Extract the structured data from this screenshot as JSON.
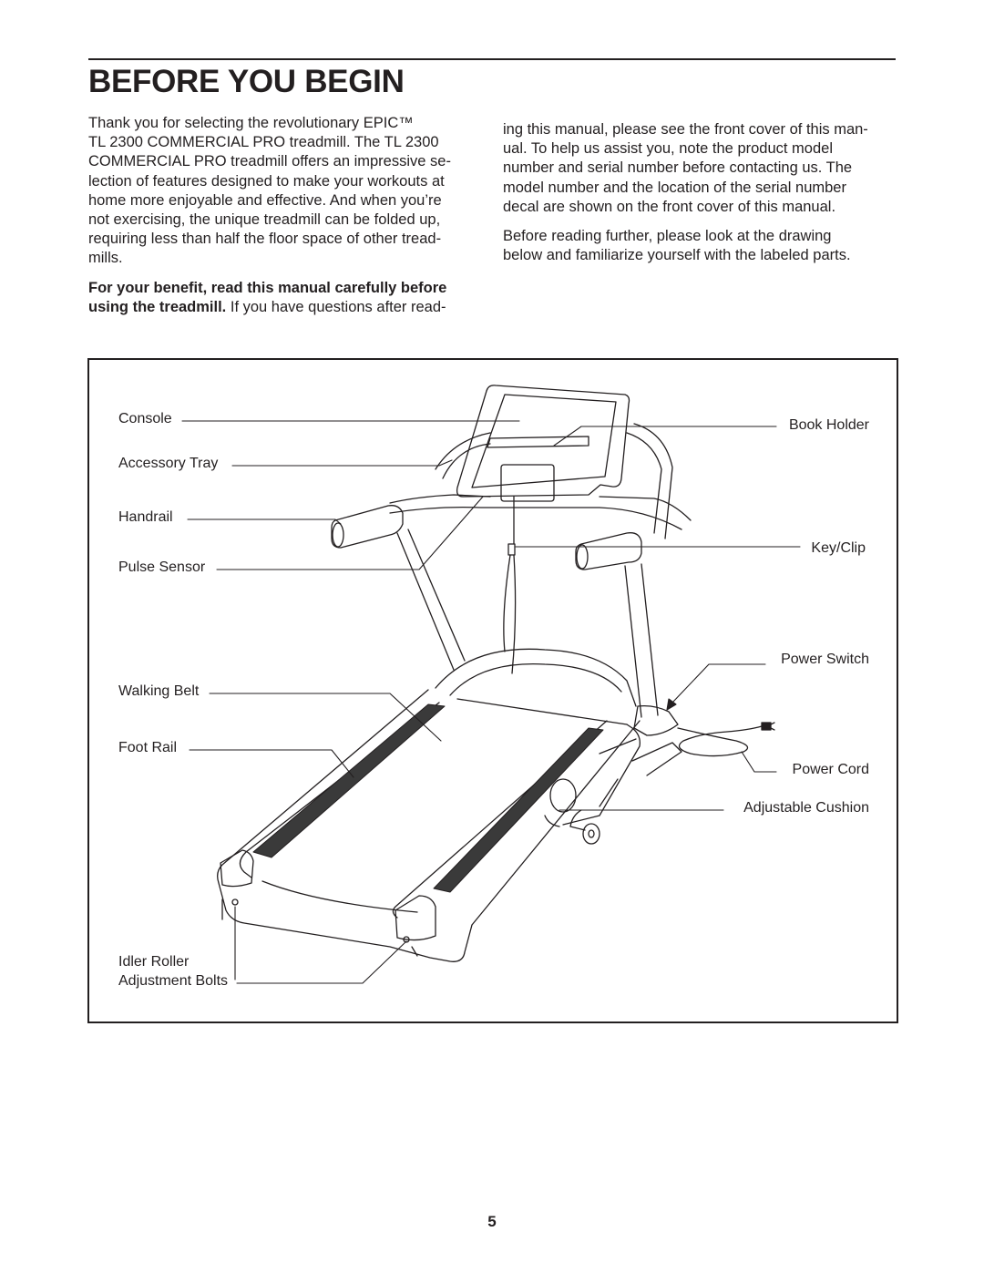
{
  "header": {
    "title": "BEFORE YOU BEGIN"
  },
  "intro": {
    "left": {
      "p1_lines": [
        "Thank you for selecting the revolutionary EPIC™",
        "TL 2300 COMMERCIAL PRO treadmill. The TL 2300",
        "COMMERCIAL PRO treadmill offers an impressive se-",
        "lection of features designed to make your workouts at",
        "home more enjoyable and effective. And when you’re",
        "not exercising, the unique treadmill can be folded up,",
        "requiring less than half the floor space of other tread-",
        "mills."
      ],
      "p2_bold_1": "For your benefit, read this manual carefully before",
      "p2_bold_2": "using the treadmill.",
      "p2_tail": " If you have questions after read-"
    },
    "right": {
      "p1_lines": [
        "ing this manual, please see the front cover of this man-",
        "ual. To help us assist you, note the product model",
        "number and serial number before contacting us. The",
        "model number and the location of the serial number",
        "decal are shown on the front cover of this manual."
      ],
      "p2_lines": [
        "Before reading further, please look at the drawing",
        "below and familiarize yourself with the labeled parts."
      ]
    }
  },
  "diagram": {
    "labels": {
      "console": "Console",
      "accessory_tray": "Accessory Tray",
      "handrail": "Handrail",
      "pulse_sensor": "Pulse Sensor",
      "walking_belt": "Walking Belt",
      "foot_rail": "Foot Rail",
      "idler_roller_1": "Idler Roller",
      "idler_roller_2": "Adjustment Bolts",
      "book_holder": "Book Holder",
      "key_clip": "Key/Clip",
      "power_switch": "Power Switch",
      "power_cord": "Power Cord",
      "adjustable_cushion": "Adjustable Cushion"
    }
  },
  "footer": {
    "page_number": "5"
  }
}
